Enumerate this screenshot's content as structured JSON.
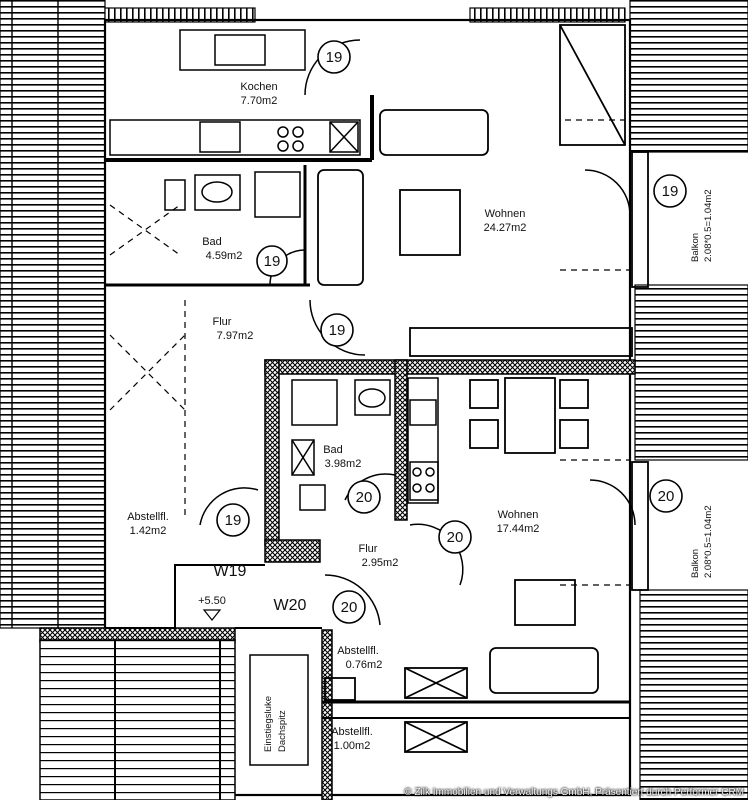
{
  "rooms": {
    "kochen": {
      "name": "Kochen",
      "area": "7.70m2"
    },
    "wohnen_top": {
      "name": "Wohnen",
      "area": "24.27m2"
    },
    "bad_top": {
      "name": "Bad",
      "area": "4.59m2"
    },
    "flur_top": {
      "name": "Flur",
      "area": "7.97m2"
    },
    "abstellfl_left": {
      "name": "Abstellfl.",
      "area": "1.42m2"
    },
    "bad_bottom": {
      "name": "Bad",
      "area": "3.98m2"
    },
    "wohnen_bottom": {
      "name": "Wohnen",
      "area": "17.44m2"
    },
    "flur_bottom": {
      "name": "Flur",
      "area": "2.95m2"
    },
    "abstellfl_small": {
      "name": "Abstellfl.",
      "area": "0.76m2"
    },
    "abstellfl_bottom": {
      "name": "Abstellfl.",
      "area": "1.00m2"
    },
    "balkon_top": {
      "name": "Balkon",
      "dims": "2.08*0.5=1.04m2"
    },
    "balkon_bottom": {
      "name": "Balkon",
      "dims": "2.08*0.5=1.04m2"
    }
  },
  "units": {
    "w19": "W19",
    "w20": "W20"
  },
  "level": "+5.50",
  "hatch": {
    "line1": "Einstiegsluke",
    "line2": "Dachspitz"
  },
  "bubbles": {
    "kochen": "19",
    "balkon_top": "19",
    "bad_top": "19",
    "flur_top": "19",
    "abstell_left": "19",
    "bad_bottom": "20",
    "wohnen_bottom": "20",
    "balkon_bottom": "20",
    "flur_bottom": "20"
  },
  "copyright": "© Zilk Immobilien und Verwaltungs GmbH, Präsentiert durch Performer CRM"
}
